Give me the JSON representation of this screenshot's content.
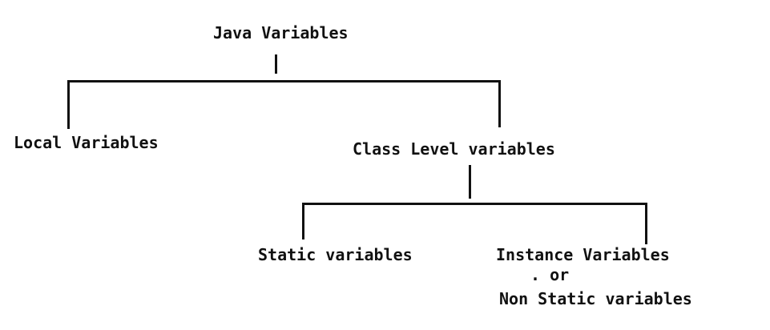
{
  "diagram": {
    "root": "Java Variables",
    "left_child": "Local Variables",
    "right_child": "Class Level variables",
    "class_children": {
      "static": "Static variables",
      "instance": "Instance Variables",
      "or_text": ". or",
      "non_static": "Non Static variables"
    }
  },
  "colors": {
    "background": "#ffffff",
    "ink": "#111111"
  }
}
